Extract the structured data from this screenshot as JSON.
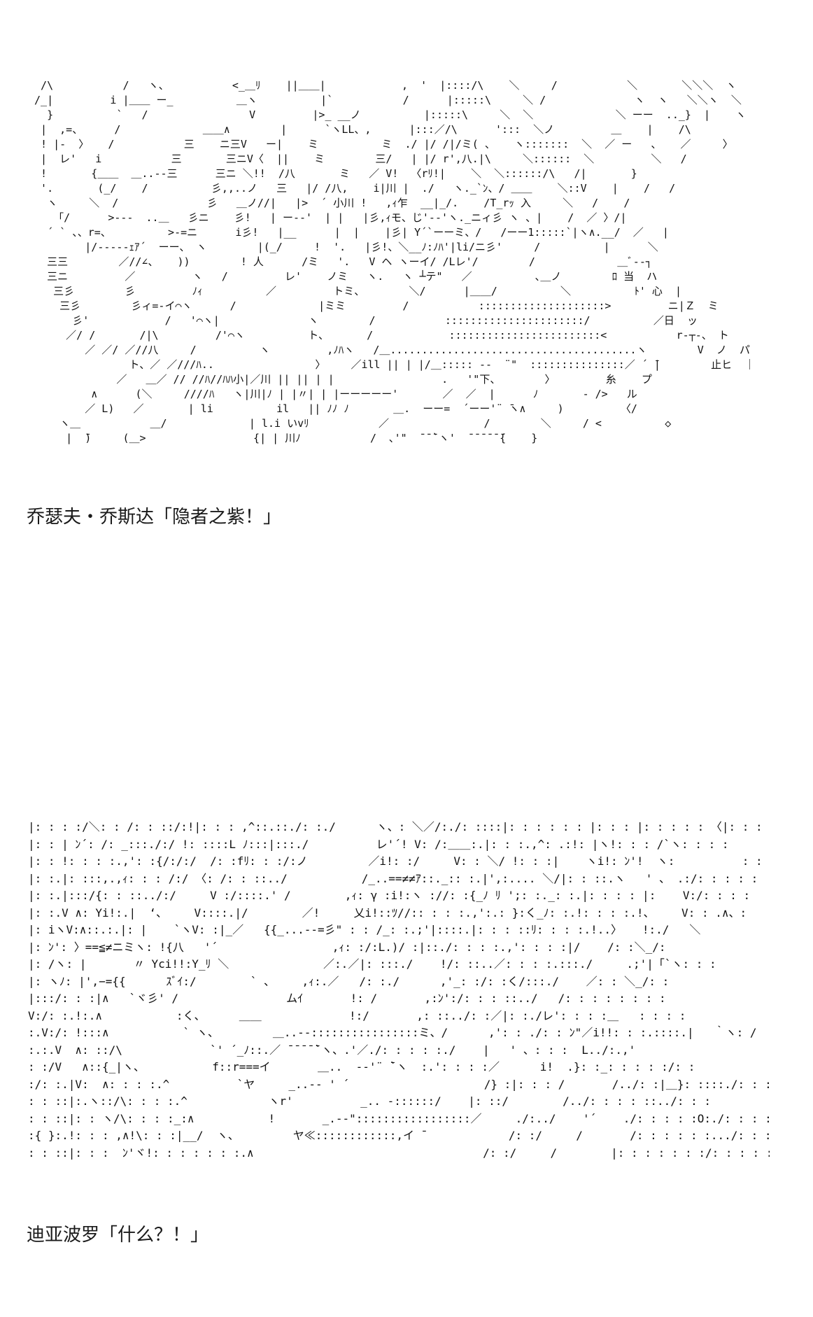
{
  "panels": [
    {
      "art": "  /\\           /   ヽ、          <_＿ﾘ    ||＿＿|            ,  '  |::::/\\    ＼     /           ＼       ＼＼＼  ヽ\n /_|         i |＿＿ ー_          ＿ヽ          |`           /      |:::::\\     ＼ /              ヽ  ヽ   ＼＼ヽ  ＼\n   }          `   /                V         |>_ __ノ          |:::::\\     ＼  ＼             ＼ ーー  .._}  |    ヽ\n  |  ,=、     /             ＿＿∧        |      `ヽLL、,      |:::／/\\      ':::  ＼ノ         ＿    |    /\\\n  ! |‐  〉   /           三    ニ三V   ー|    ミ          ミ  ./ |/ /|/ミ( 、   ヽ:::::::  ＼  ／ ー   、   ／     〉\n  |  レ'   i           三       三ニV〈  ||    ミ        三/   | |/ r',八.|\\     ＼::::::  ＼         ＼   /\n  !       {＿＿  ＿..--三      三ニ ＼!!  /八       ミ   ／ V!  〈rﾘ!|    ＼  ＼::::::/\\   /|       }\n  '.       (_/    /          彡,,..ノ   三   |/ /八,    i|川 |  ./   ヽ._`ﾝ、/ ＿＿    ＼::V    |    /   /\n   ヽ     ＼  /              彡   ＿ノ//|   |>  ´ 小川 !   ,ｨ乍  __|_/.    /T_rｯ 入     ＼   /    /\n    「/      >---  ..＿   彡ニ    彡!   | ー--'  | |   |彡,ｨモ、じ'--'ヽ._ニィ彡 ヽ 、|    /  ／ 〉/|\n   ´ ` 、、r=、         >-=ニ      i彡!   |__      |  |    |彡| Y´`ーーミ、/   /ーー1:::::`|ヽ∧.__/  ／   |\n         |/-----ｪｱ´  ーー、 ヽ        |(_/     !  '.   |彡!、＼__ﾉ:ﾉﾊ'|li/ニ彡'     /          |      ＼\n   三三        ／//∠、   ))        ! 人      /ミ   '.   V ヘ ヽーイ/ /Lレ'/        /             ＿ﾞ--┐\n   三ニ         ／         ヽ   /         レ'    ノミ   ヽ.   ヽ ┴テ\"   ／          ､＿ノ        ﾛ 当  ハ\n    三彡        彡         ﾉｨ          ／         トミ、       ＼/      |＿＿/          ＼          ﾄ' 心  |\n     三彡        彡ィ=-イ⌒ヽ      /             |ミミ         /           ::::::::::::::::::::>         ニ|Ｚ  ミ\n       彡'            /   '⌒ヽ|              ヽ        /           ::::::::::::::::::::::/          ／日  ッ\n      ／/ /       /|\\         /'⌒ヽ          ト、      /            ::::::::::::::::::::::::<           r‐┬-、 ト\n         ／ ／/ ／//八     /          ヽ         ,ﾉﾊヽ   /＿.......................................ヽ        V  ノ  パ\n                ト、／ ／///ﾊ..                〉    ／ill || | |/＿::::: --  ¨\"  :::::::::::::::／ ´ ̄|        止ヒ  ｜\n              ／   ＿／ // //ﾊ//ﾊﾊ小|／川 || || | |                 .   '\"下、       〉        糸    プ\n          ∧      (＼     ////ﾊ   ヽ|川|ﾉ | |〃| | |ーーーーー'       ／  ／  |      ﾉ       ‐ />   ル\n         ／ L)   ／       | li          il   || ﾉﾉ ﾉ       ＿.  ーー=  ´ーー'¨ ̄ヽ∧     )         〈/\n     ヽ＿           ＿/             | l.i いvﾘ           ／               /        ＼     / <          ◇\n      |  ̄)     (＿>                 {| | 川ﾉ           /  ､'\"  ̄ ̄ ̄`ヽ'  ̄ ̄ ̄ ̄ ̄ ̄{    }",
      "caption": "乔瑟夫・乔斯达「隐者之紫！」"
    },
    {
      "art": "|: : : :/＼: : /: : ::/:!|: : : ,^::.::./: :./      ヽ、: ＼／/:./: ::::|: : : : : : |: : : |: : : : : 〈|: : : :\n|: : | ﾝ´: /: _:::./:/ !: ::::L ﾉ:::|:::./          レ'´! V: /:＿＿:.|: : :.,^: .:!: |ヽ!: : : /`ヽ: : : :\n|: : !: : : :.,': :{/:/:/  /: :fﾘ: : :/:ノ         ／i!: :/     V: : ＼/ !: : :|    ヽi!: ﾝ'!  ヽ:          : : : : :\n|: :.|: :::,.,ｨ: : : /:/ 〈: /: : ::../           /_..==≠≠ｱ::._:: :.|',:.... ＼/|: : ::.ヽ   ' 、 .:/: : : : :\n|: :.|:::/{: : ::../:/     V :/::::.' /        ,ｨ: γ :i!:ヽ ://: :{_ﾉ ﾘ ';: :._: :.|: : : : |:    V:/: : : :\n|: :.V ∧: Yi!:.|  ‘、    V::::.|/        ／!     乂i!::ﾂ//:: : : :.,':.: }:く_ﾉ: :.!: : : :.!、    V: : .∧、:\n|: iヽV:∧::.:.|: |    `ヽV: :|_／   {{_...--=彡\" : : /_: :.;'|::::.|: : : ::ﾘ: : : :.!..〉   !:./   ＼\n|: ﾝ': 〉==≦≠ニミヽ: !{八   '´                 ,ｨ: :/:L.)/ :|::./: : : :.,': : : :|/    /: :＼_/:\n|: /ヽ: |       〃 Yci!!:Y_ﾘ ＼              ／:.／|: :::./    !/: ::..／: : : :.:::./     .;'|「`ヽ: : :\n|: ヽﾉ: |',−={{      ｽﾞｲ:/        ` 、    ,ｨ:.／   /: :./      ,'_: :/: :く/:::./    ／: : ＼_/: :\n|:::/: : :|∧   `ヾ彡' /                ムｲ       !: /       ,:ﾝ':/: : : ::../   /: : : : : : : :\nV:/: :.!:.∧           :く、     ＿＿             !:/       ,: ::../: :／|: :./レ': : : :＿   : : : :\n:.V:/: !:::∧           ` ヽ、        ＿..--::::::::::::::::ミ、/      ,': : ./: : ﾝ\"／i!!: : :.::::.|   ｀ヽ: /\n:.:.V  ∧: ::/\\             `' ´_ﾉ::.／ ̄ ̄ ̄ ̄ ̄`ヽ、.'／./: : : : :./    |   ' 、: : :  L../:.,'\n: :/V   ∧::{_|ヽ、          f::r===イ       ＿..  --'¨ ̄`ヽ  :.': : : :／      i!  .}: :_: : : : :/: :\n:/: :.|V:  ∧: : : :.^          `ヤ     _..-- ' ´                    /} :|: : : /       /../: :|＿}: ::::./: : :\n: : ::|:.ヽ::/\\: : : :.^            ヽr'          _.. -::::::/    |: ::/        /../: : : : ::../: : :\n: : ::|: : ヽ/\\: : : :_:∧           !       _.--\":::::::::::::::::／     ./:../    '´    ./: : : : :O:./: : : :\n:{ }:.!: : : ,∧!\\: : :|__/  ヽ、        ヤ≪::::::::::::,イ ̄             /: :/     /       /: : : : : :.../: : : : :\n: : ::|: : :  ﾝ'ヾ!: : : : : : :.∧                                  /: :/     /        |: : : : : : :/: : : : :",
      "caption": "迪亚波罗「什么？！」"
    }
  ]
}
